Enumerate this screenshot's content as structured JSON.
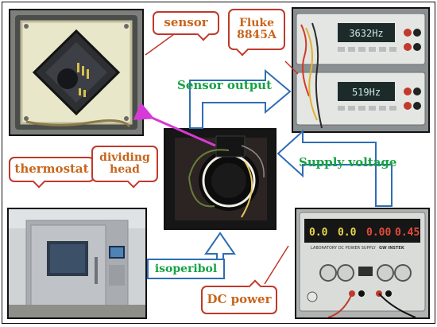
{
  "labels": {
    "sensor": "sensor",
    "fluke_line1": "Fluke",
    "fluke_line2": "8845A",
    "sensor_output": "Sensor output",
    "supply_voltage": "Supply voltage",
    "thermostat": "thermostat",
    "dividing_line1": "dividing",
    "dividing_line2": "head",
    "isoperibol": "isoperibol",
    "dc_power": "DC power"
  },
  "meters": {
    "upper_reading": "3632Hz",
    "lower_reading": "519Hz"
  },
  "power_supply": {
    "readings": [
      "0.0",
      "0.0",
      "0.00",
      "0.45"
    ],
    "panel_text": "LABORATORY DC POWER SUPPLY",
    "brand": "GW INSTEK"
  },
  "colors": {
    "callout_border": "#c0392b",
    "callout_text": "#c8651b",
    "flow_text": "#17a244",
    "arrow_stroke": "#2f6db3",
    "pointer_arrow": "#d63ad6"
  }
}
